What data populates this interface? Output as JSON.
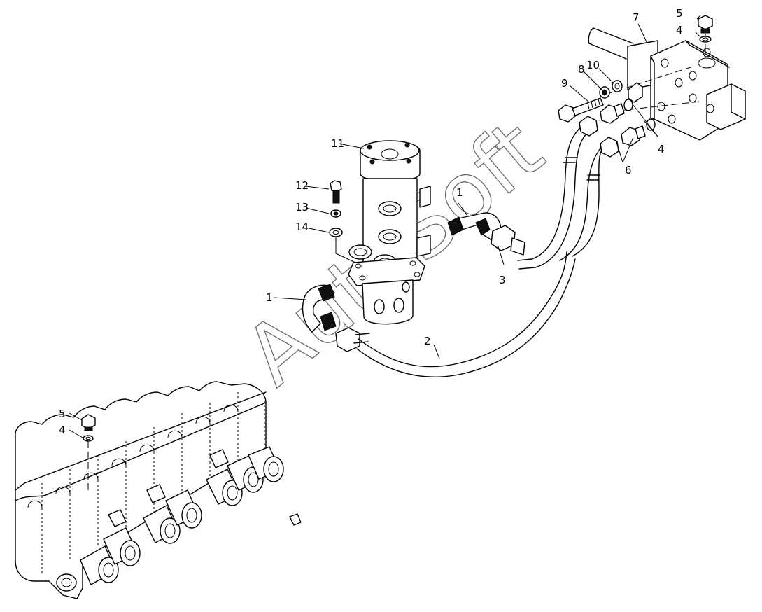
{
  "diagram": {
    "watermark": "AutoSoft",
    "callouts": {
      "c1_top": "1",
      "c1_left": "1",
      "c2": "2",
      "c3": "3",
      "c4_top": "4",
      "c4_mid": "4",
      "c4_left": "4",
      "c5_top": "5",
      "c5_left": "5",
      "c6": "6",
      "c7": "7",
      "c8": "8",
      "c9": "9",
      "c10": "10",
      "c11": "11",
      "c12": "12",
      "c13": "13",
      "c14": "14"
    }
  }
}
